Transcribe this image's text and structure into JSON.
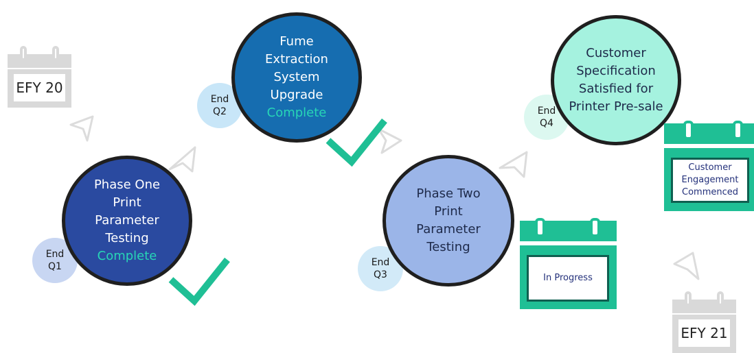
{
  "calendars": {
    "efy20": {
      "label": "EFY 20"
    },
    "efy21": {
      "label": "EFY 21"
    },
    "in_progress": {
      "label": "In Progress"
    },
    "customer": {
      "label": "Customer Engagement Commenced"
    }
  },
  "milestones": {
    "q1": {
      "title": "Phase One Print Parameter Testing",
      "status": "Complete",
      "badge_l1": "End",
      "badge_l2": "Q1"
    },
    "q2": {
      "title": "Fume Extraction System Upgrade",
      "status": "Complete",
      "badge_l1": "End",
      "badge_l2": "Q2"
    },
    "q3": {
      "title": "Phase Two Print Parameter Testing",
      "badge_l1": "End",
      "badge_l2": "Q3"
    },
    "q4": {
      "title": "Customer Specification Satisfied for Printer Pre-sale",
      "badge_l1": "End",
      "badge_l2": "Q4"
    }
  },
  "colors": {
    "q1_fill": "#2a4aa0",
    "q2_fill": "#166db0",
    "q3_fill": "#9bb5e8",
    "q4_fill": "#a5f2df",
    "check": "#1fbf95",
    "arrow": "#dcdcdc"
  },
  "icons": [
    "calendar-icon",
    "checkmark-icon",
    "navigation-arrow-icon"
  ]
}
